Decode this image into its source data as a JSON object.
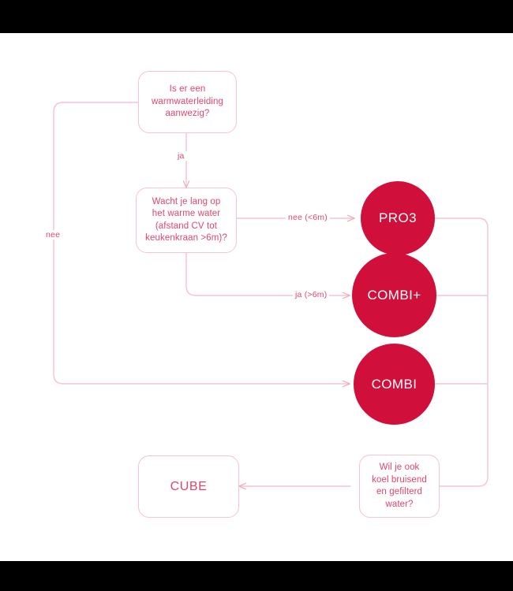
{
  "theme": {
    "page_background": "#ffffff",
    "letterbox_color": "#000000",
    "line_color": "#F6C3CE",
    "box_border_color": "#F6C3CE",
    "box_text_color": "#E4456B",
    "circle_fill_color": "#D0103A",
    "circle_text_color": "#ffffff"
  },
  "diagram": {
    "type": "flowchart",
    "language": "nl",
    "nodes": [
      {
        "id": "q-warmwaterleiding",
        "shape": "rounded-rect",
        "text": "Is er een\nwarmwaterleiding\naanwezig?"
      },
      {
        "id": "q-wachttijd",
        "shape": "rounded-rect",
        "text": "Wacht je lang op\nhet warme water\n(afstand CV tot\nkeukenkraan >6m)?"
      },
      {
        "id": "result-pro3",
        "shape": "circle",
        "text": "PRO3"
      },
      {
        "id": "result-combi-plus",
        "shape": "circle",
        "text": "COMBI+"
      },
      {
        "id": "result-combi",
        "shape": "circle",
        "text": "COMBI"
      },
      {
        "id": "q-bruisend",
        "shape": "rounded-rect",
        "text": "Wil je ook\nkoel bruisend\nen gefilterd\nwater?"
      },
      {
        "id": "result-cube",
        "shape": "rounded-rect",
        "text": "CUBE"
      }
    ],
    "edge_labels": {
      "ja": "ja",
      "nee": "nee",
      "nee_lt6m": "nee (<6m)",
      "ja_gt6m": "ja (>6m)"
    }
  }
}
